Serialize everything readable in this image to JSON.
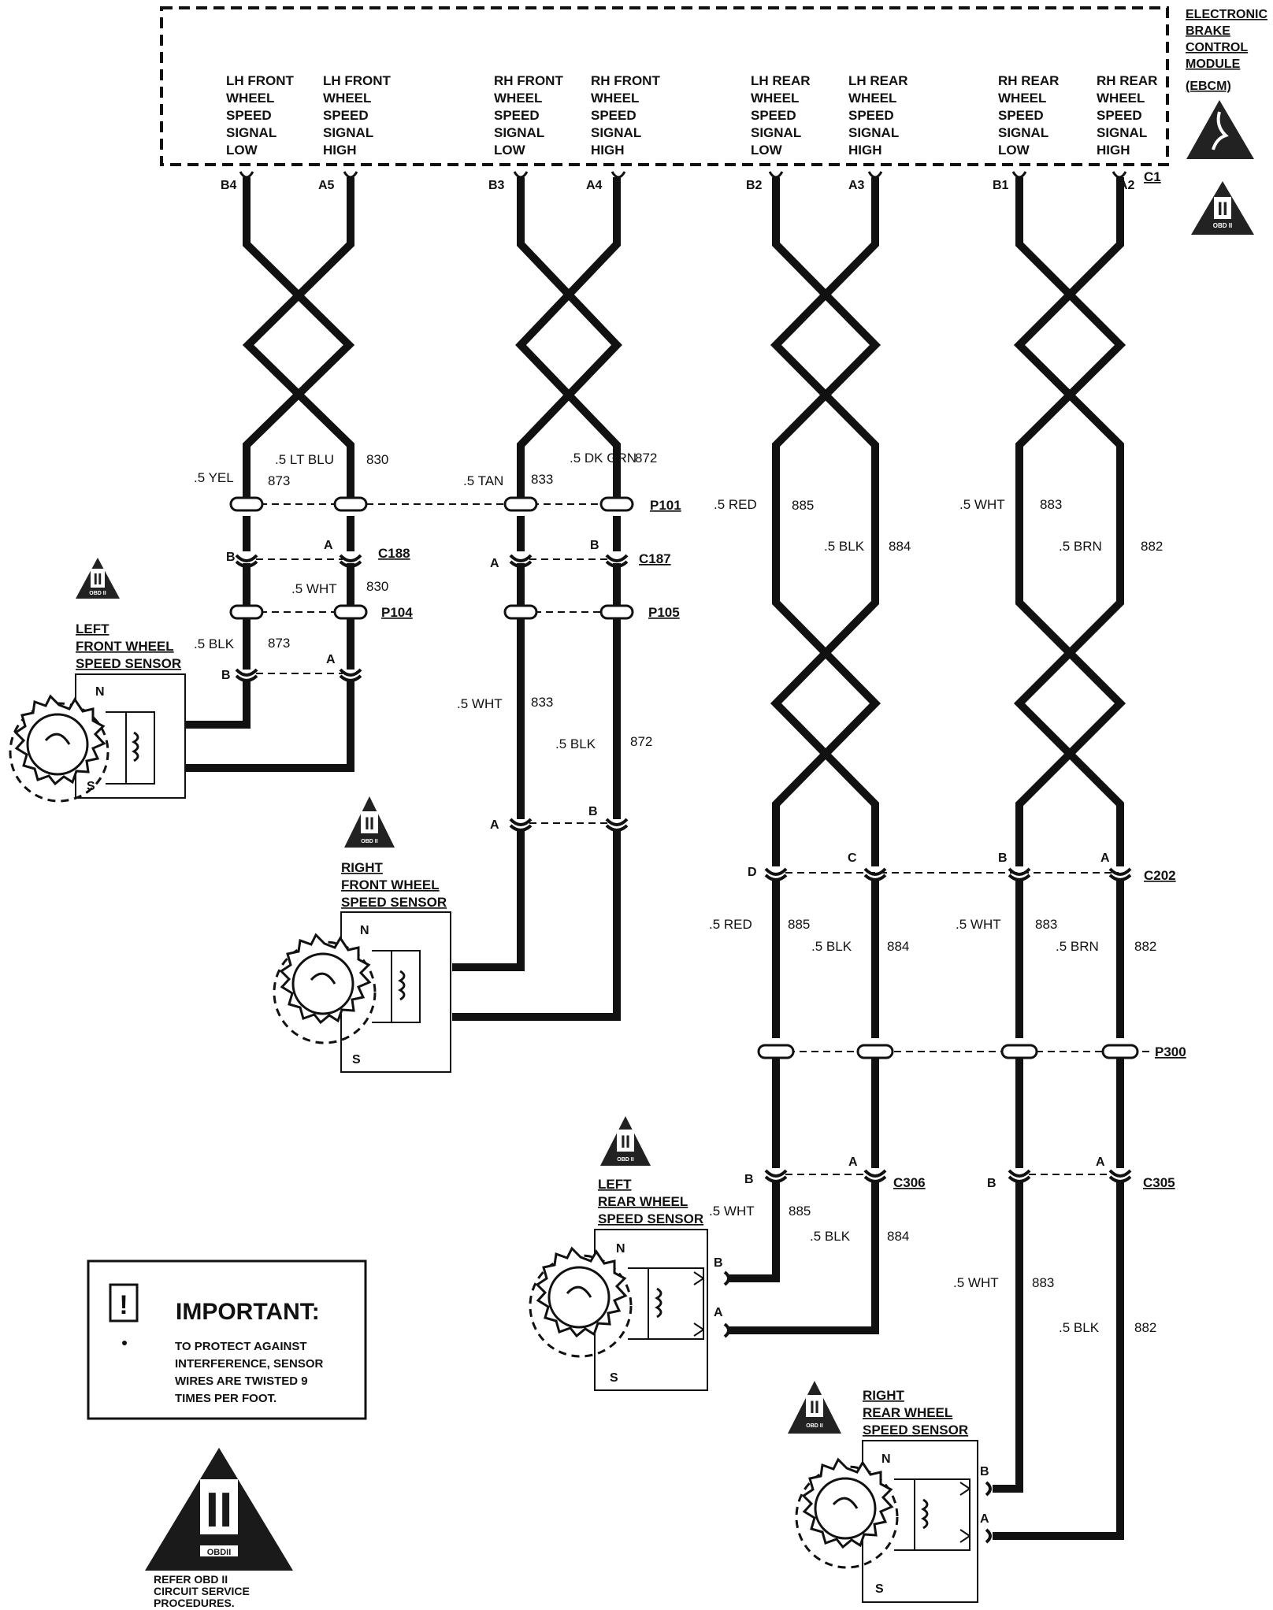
{
  "module": {
    "name_lines": [
      "ELECTRONIC",
      "BRAKE",
      "CONTROL",
      "MODULE",
      "(EBCM)"
    ],
    "connector": "C1"
  },
  "terminals": [
    {
      "pin": "B4",
      "label": [
        "LH FRONT",
        "WHEEL",
        "SPEED",
        "SIGNAL",
        "LOW"
      ]
    },
    {
      "pin": "A5",
      "label": [
        "LH FRONT",
        "WHEEL",
        "SPEED",
        "SIGNAL",
        "HIGH"
      ]
    },
    {
      "pin": "B3",
      "label": [
        "RH FRONT",
        "WHEEL",
        "SPEED",
        "SIGNAL",
        "LOW"
      ]
    },
    {
      "pin": "A4",
      "label": [
        "RH FRONT",
        "WHEEL",
        "SPEED",
        "SIGNAL",
        "HIGH"
      ]
    },
    {
      "pin": "B2",
      "label": [
        "LH REAR",
        "WHEEL",
        "SPEED",
        "SIGNAL",
        "LOW"
      ]
    },
    {
      "pin": "A3",
      "label": [
        "LH REAR",
        "WHEEL",
        "SPEED",
        "SIGNAL",
        "HIGH"
      ]
    },
    {
      "pin": "B1",
      "label": [
        "RH REAR",
        "WHEEL",
        "SPEED",
        "SIGNAL",
        "LOW"
      ]
    },
    {
      "pin": "A2",
      "label": [
        "RH REAR",
        "WHEEL",
        "SPEED",
        "SIGNAL",
        "HIGH"
      ]
    }
  ],
  "wire_labels": [
    {
      "id": "lf-low-top",
      "color": ".5 YEL",
      "circuit": "873"
    },
    {
      "id": "lf-high-top",
      "color": ".5 LT BLU",
      "circuit": "830"
    },
    {
      "id": "rf-low-top",
      "color": ".5 TAN",
      "circuit": "833"
    },
    {
      "id": "rf-high-top",
      "color": ".5 DK GRN",
      "circuit": "872"
    },
    {
      "id": "lr-low-top",
      "color": ".5 RED",
      "circuit": "885"
    },
    {
      "id": "lr-high-top",
      "color": ".5 BLK",
      "circuit": "884"
    },
    {
      "id": "rr-low-top",
      "color": ".5  WHT",
      "circuit": "883"
    },
    {
      "id": "rr-high-top",
      "color": ".5  BRN",
      "circuit": "882"
    },
    {
      "id": "lf-high-mid",
      "color": ".5  WHT",
      "circuit": "830"
    },
    {
      "id": "lf-low-bot",
      "color": ".5  BLK",
      "circuit": "873"
    },
    {
      "id": "rf-low-bot",
      "color": ".5  WHT",
      "circuit": "833"
    },
    {
      "id": "rf-high-bot",
      "color": ".5 BLK",
      "circuit": "872"
    },
    {
      "id": "lr-low-mid",
      "color": ".5  RED",
      "circuit": "885"
    },
    {
      "id": "lr-high-mid",
      "color": ".5  BLK",
      "circuit": "884"
    },
    {
      "id": "rr-low-mid",
      "color": ".5  WHT",
      "circuit": "883"
    },
    {
      "id": "rr-high-mid",
      "color": ".5  BRN",
      "circuit": "882"
    },
    {
      "id": "lr-low-bot",
      "color": ".5  WHT",
      "circuit": "885"
    },
    {
      "id": "lr-high-bot",
      "color": ".5  BLK",
      "circuit": "884"
    },
    {
      "id": "rr-low-bot",
      "color": ".5  WHT",
      "circuit": "883"
    },
    {
      "id": "rr-high-bot",
      "color": ".5 BLK",
      "circuit": "882"
    }
  ],
  "connectors": [
    "P101",
    "C188",
    "C187",
    "P104",
    "P105",
    "C202",
    "P300",
    "C306",
    "C305"
  ],
  "pins": {
    "c188_b": "B",
    "c188_a": "A",
    "c187_a": "A",
    "c187_b": "B",
    "lf_b": "B",
    "lf_a": "A",
    "rf_a": "A",
    "rf_b": "B",
    "c202_d": "D",
    "c202_c": "C",
    "c202_b": "B",
    "c202_a": "A",
    "c306_b": "B",
    "c306_a": "A",
    "c305_b": "B",
    "c305_a": "A",
    "lr_sensor_b": "B",
    "lr_sensor_a": "A",
    "rr_sensor_b": "B",
    "rr_sensor_a": "A"
  },
  "sensors": [
    {
      "id": "lf",
      "lines": [
        "LEFT",
        "FRONT WHEEL",
        "SPEED SENSOR"
      ],
      "n": "N",
      "s": "S"
    },
    {
      "id": "rf",
      "lines": [
        "RIGHT",
        "FRONT WHEEL",
        "SPEED SENSOR"
      ],
      "n": "N",
      "s": "S"
    },
    {
      "id": "lr",
      "lines": [
        "LEFT",
        "REAR WHEEL",
        "SPEED SENSOR"
      ],
      "n": "N",
      "s": "S"
    },
    {
      "id": "rr",
      "lines": [
        "RIGHT",
        "REAR WHEEL",
        "SPEED SENSOR"
      ],
      "n": "N",
      "s": "S"
    }
  ],
  "important": {
    "icon": "!",
    "heading": "IMPORTANT:",
    "lines": [
      "TO PROTECT AGAINST",
      "INTERFERENCE, SENSOR",
      "WIRES ARE TWISTED  9",
      "TIMES PER FOOT."
    ]
  },
  "obd": {
    "symbol": "II",
    "tag": "OBD II",
    "tag_large": "OBDII",
    "refer_lines": [
      "REFER OBD II",
      "CIRCUIT SERVICE",
      "PROCEDURES."
    ]
  },
  "icons": [
    "esd-sensitive-icon",
    "obd-ii-triangle-icon",
    "important-info-icon"
  ]
}
